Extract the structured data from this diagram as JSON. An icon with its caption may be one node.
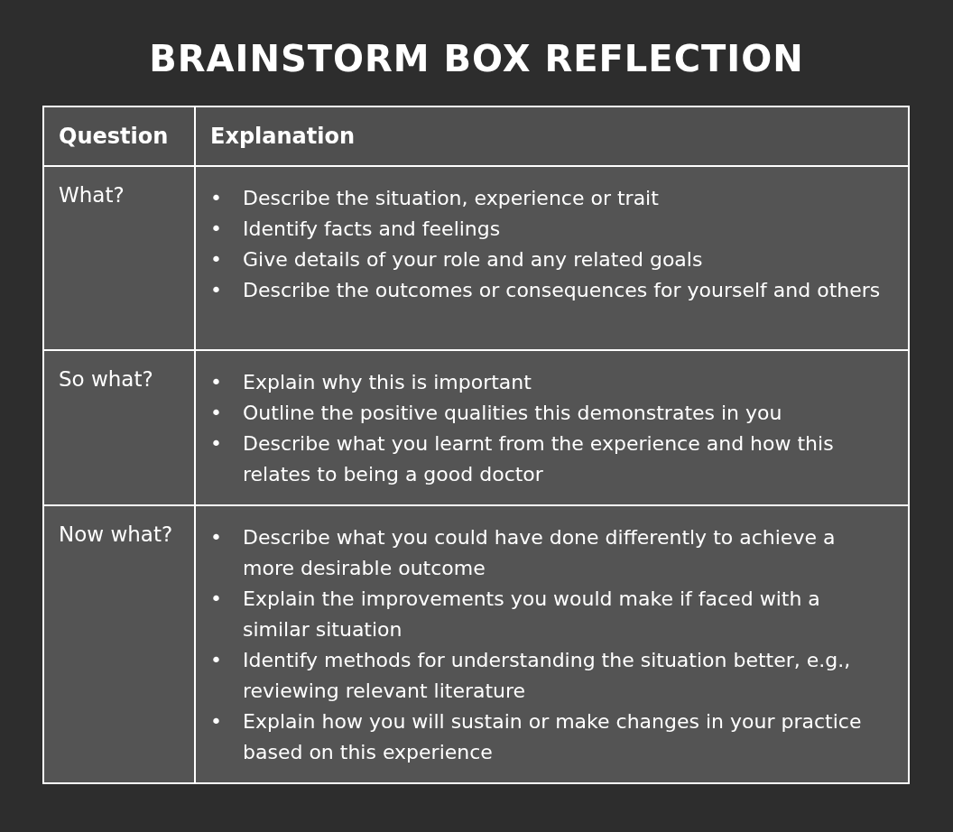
{
  "diagram": {
    "title": "BRAINSTORM BOX REFLECTION",
    "labels": [
      "Question",
      "Explanation",
      "What?",
      "•",
      "Describe the situation, experience or trait",
      "•",
      "Identify facts and feelings",
      "•",
      "Give details of your role and any related goals",
      "•",
      "Describe the outcomes or consequences for yourself and others",
      "So what?",
      "•",
      "Explain why this is important",
      "•",
      "Outline the positive qualities this demonstrates in you",
      "•",
      "Describe what you learnt from the experience and how this relates to being a good doctor",
      "Now what?",
      "•",
      "Describe what you could have done differently to achieve a more desirable outcome",
      "•",
      "Explain the improvements you would make if faced with a similar situation",
      "•",
      "Identify methods for understanding the situation better, e.g., reviewing relevant literature",
      "•",
      "Explain how you will sustain or make changes in your practice based on this experience"
    ]
  }
}
